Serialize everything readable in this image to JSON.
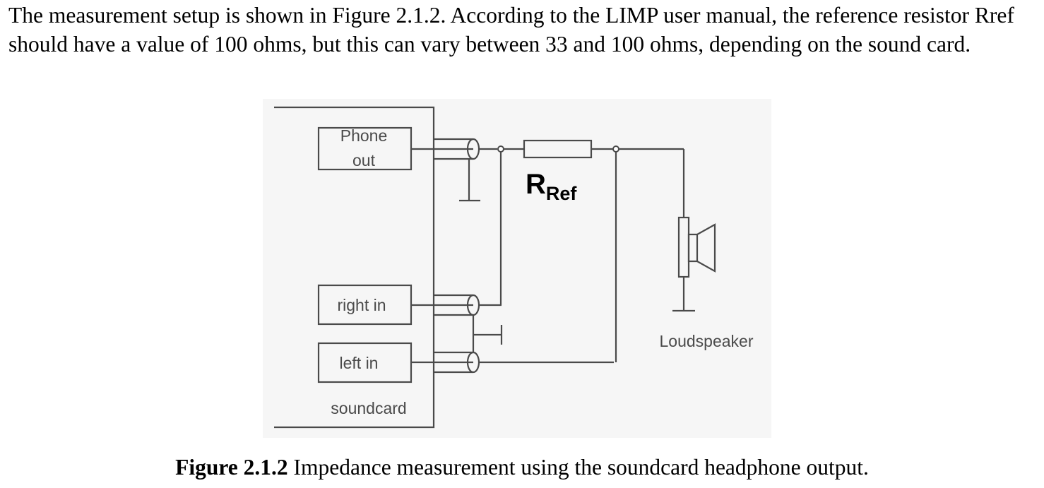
{
  "paragraph": "The measurement setup is shown in Figure 2.1.2. According to the LIMP user manual, the reference resistor Rref should have a value of 100 ohms, but this can vary between 33 and 100 ohms, depending on the sound card.",
  "diagram": {
    "phone_out_line1": "Phone",
    "phone_out_line2": "out",
    "right_in": "right in",
    "left_in": "left in",
    "soundcard": "soundcard",
    "resistor_main": "R",
    "resistor_sub": "Ref",
    "loudspeaker": "Loudspeaker"
  },
  "caption": {
    "number": "Figure 2.1.2",
    "text": " Impedance measurement using the soundcard headphone output."
  }
}
